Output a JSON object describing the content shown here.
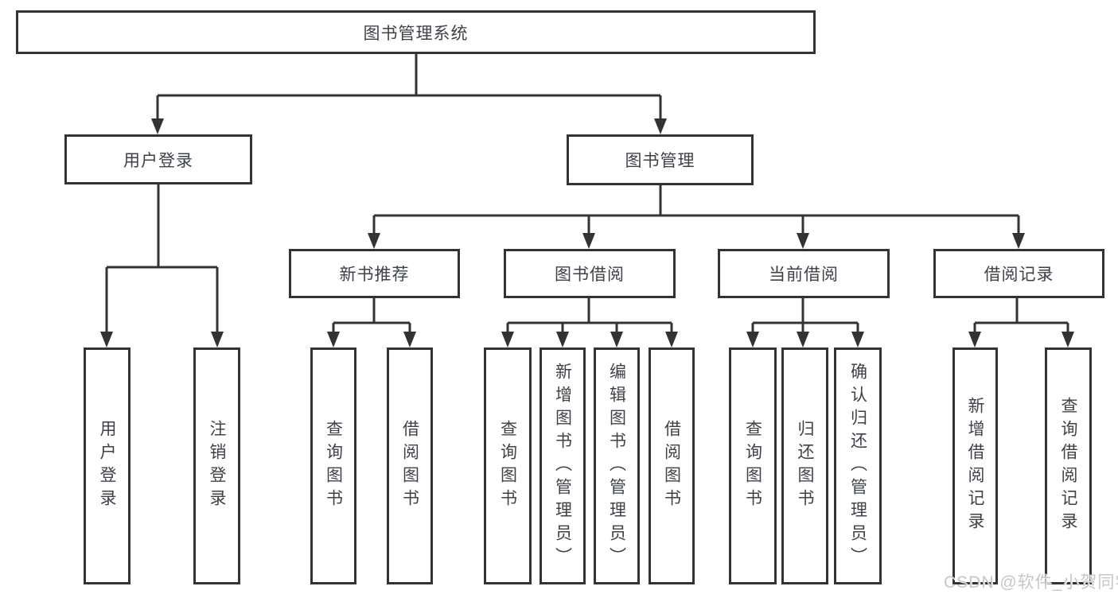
{
  "tree": {
    "root": {
      "label": "图书管理系统"
    },
    "level2": [
      {
        "label": "用户登录",
        "children": [
          {
            "label": "用户登录"
          },
          {
            "label": "注销登录"
          }
        ]
      },
      {
        "label": "图书管理",
        "children": [
          {
            "label": "新书推荐",
            "children": [
              {
                "label": "查询图书"
              },
              {
                "label": "借阅图书"
              }
            ]
          },
          {
            "label": "图书借阅",
            "children": [
              {
                "label": "查询图书"
              },
              {
                "label": "新增图书（管理员）"
              },
              {
                "label": "编辑图书（管理员）"
              },
              {
                "label": "借阅图书"
              }
            ]
          },
          {
            "label": "当前借阅",
            "children": [
              {
                "label": "查询图书"
              },
              {
                "label": "归还图书"
              },
              {
                "label": "确认归还（管理员）"
              }
            ]
          },
          {
            "label": "借阅记录",
            "children": [
              {
                "label": "新增借阅记录"
              },
              {
                "label": "查询借阅记录"
              }
            ]
          }
        ]
      }
    ]
  },
  "watermark": {
    "text": "CSDN @软件_小贺同学",
    "color": "#c4c7c9"
  },
  "colors": {
    "line": "#333333",
    "text": "#3e4247",
    "background": "#ffffff"
  }
}
